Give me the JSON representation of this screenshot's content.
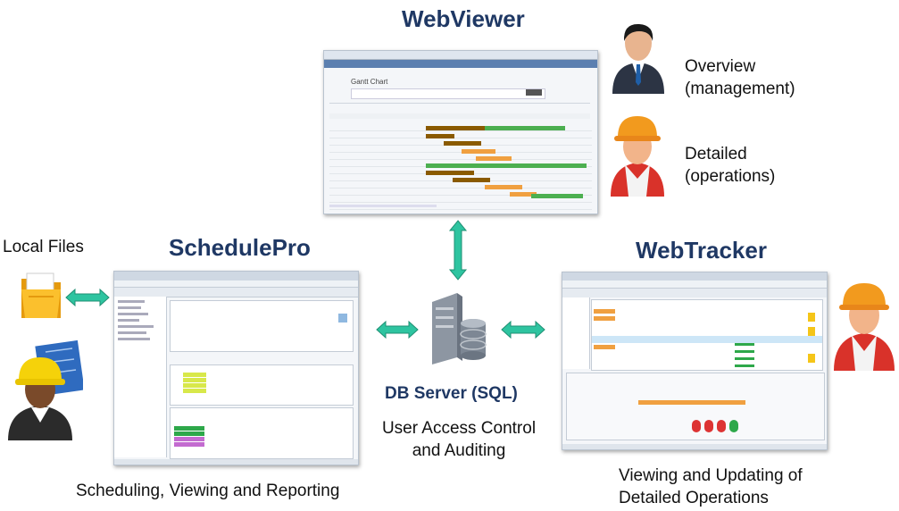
{
  "webviewer": {
    "title": "WebViewer",
    "screenshot": {
      "heading": "Gantt Chart"
    },
    "overview_label": "Overview\n(management)",
    "detailed_label": "Detailed\n(operations)"
  },
  "schedulepro": {
    "title": "SchedulePro",
    "local_files_label": "Local Files",
    "caption": "Scheduling, Viewing and Reporting"
  },
  "db_server": {
    "title": "DB Server (SQL)",
    "caption": "User Access Control\nand Auditing"
  },
  "webtracker": {
    "title": "WebTracker",
    "caption": "Viewing and Updating of\nDetailed Operations"
  },
  "colors": {
    "title_blue": "#1f3864",
    "arrow_green": "#2ec4a0",
    "gantt_brown": "#8a5a00",
    "gantt_green": "#4caf50",
    "gantt_orange": "#f0a040"
  },
  "icons": [
    "manager-person-icon",
    "worker-hardhat-icon",
    "folder-icon",
    "engineer-blueprint-icon",
    "database-server-icon"
  ]
}
